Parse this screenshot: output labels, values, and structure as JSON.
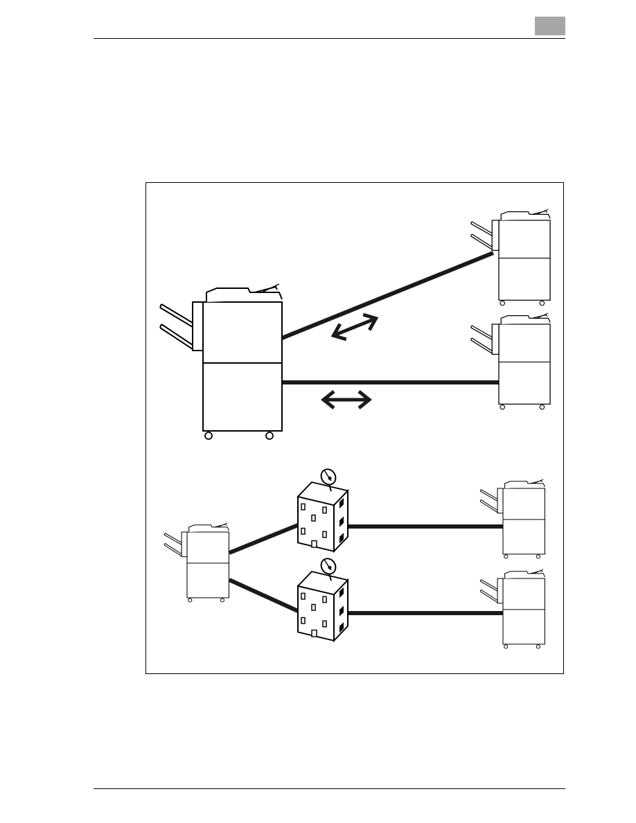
{
  "page": {
    "chapter_tab_color": "#a6a6a6",
    "line_color": "#1a1a1a"
  },
  "figure": {
    "upper_group": {
      "main_device": "copier-with-finisher",
      "remote_devices": [
        "copier-with-finisher",
        "copier-with-finisher"
      ],
      "connections": [
        "two-way-arrow",
        "two-way-arrow"
      ]
    },
    "lower_group": {
      "main_device": "copier-with-finisher",
      "relays": [
        "building-with-satellite-dish",
        "building-with-satellite-dish"
      ],
      "remote_devices": [
        "copier-with-finisher",
        "copier-with-finisher"
      ]
    }
  }
}
